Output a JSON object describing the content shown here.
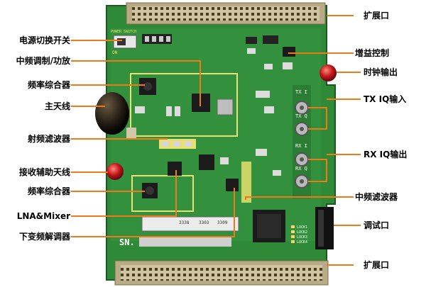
{
  "labels_left": [
    "电源切换开关",
    "中频调制/功放",
    "频率综合器",
    "主天线",
    "射频滤波器",
    "接收辅助天线",
    "频率综合器",
    "LNA&Mixer",
    "下变频解调器"
  ],
  "labels_right": [
    "扩展口",
    "增益控制",
    "时钟输出",
    "TX IQ输入",
    "RX IQ输出",
    "中频滤波器",
    "调试口",
    "扩展口"
  ],
  "board": {
    "sn": "SN.",
    "power_switch": "POWER SWITCH",
    "on": "ON",
    "tx_i": "TX I",
    "tx_q": "TX Q",
    "rx_i": "RX I",
    "rx_q": "RX Q",
    "lock1": "LOCK1",
    "lock2": "LOCK2",
    "lock3": "LOCK3",
    "lock4": "LOCK4",
    "jumper1": "3338",
    "jumper2": "3303",
    "jumper3": "3309"
  },
  "colors": {
    "pcb": "#2f8a38",
    "pcb_dark": "#1f6b27",
    "silk": "#e8e070",
    "leader": "#f07a18",
    "connector": "#b8ab86"
  }
}
